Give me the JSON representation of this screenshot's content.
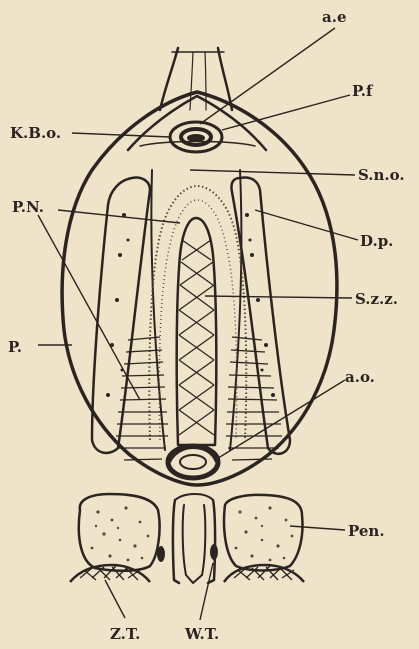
{
  "figure": {
    "labels": {
      "ae": "a.e",
      "pf": "P.f",
      "kbo": "K.B.o.",
      "sno": "S.n.o.",
      "pn": "P.N.",
      "dp": "D.p.",
      "szz": "S.z.z.",
      "p": "P.",
      "ao": "a.o.",
      "pen": "Pen.",
      "zt": "Z.T.",
      "wt": "W.T."
    }
  },
  "colors": {
    "paper": "#efe3c9",
    "ink": "#2b2420",
    "stipple": "#5a4a3a"
  }
}
